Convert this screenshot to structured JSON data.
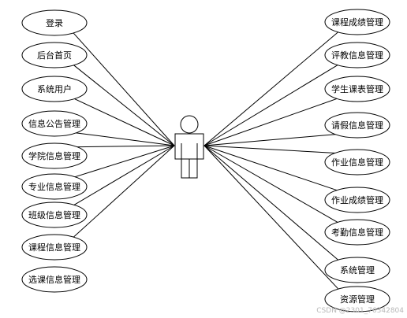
{
  "diagram": {
    "type": "use-case",
    "actor": "",
    "left_use_cases": [
      "登录",
      "后台首页",
      "系统用户",
      "信息公告管理",
      "学院信息管理",
      "专业信息管理",
      "班级信息管理",
      "课程信息管理",
      "选课信息管理"
    ],
    "right_use_cases": [
      "课程成绩管理",
      "评教信息管理",
      "学生课表管理",
      "请假信息管理",
      "作业信息管理",
      "作业成绩管理",
      "考勤信息管理",
      "系统管理",
      "资源管理"
    ],
    "left_connected": [
      true,
      true,
      true,
      true,
      true,
      true,
      true,
      true,
      false
    ],
    "right_connected": [
      true,
      true,
      true,
      true,
      true,
      true,
      true,
      true,
      true
    ]
  },
  "watermark": "CSDN @2301_76342804",
  "colors": {
    "stroke": "#000000",
    "fill": "#ffffff",
    "watermark": "#b8b8b8"
  }
}
